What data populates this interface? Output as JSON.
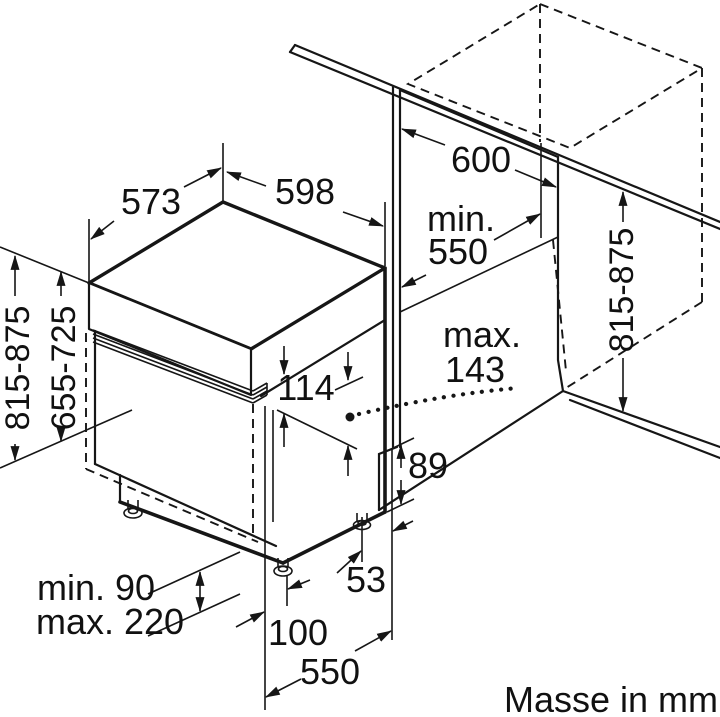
{
  "figure": {
    "type": "installation-dimension-diagram",
    "subject": "built-under dishwasher with kitchen niche"
  },
  "labels": {
    "top_depth": "573",
    "top_width": "598",
    "cabinet_depth": "600",
    "niche_depth_min_word": "min.",
    "niche_depth_value": "550",
    "niche_height_right": "815-875",
    "appliance_height_left": "815-875",
    "furniture_door_height": "655-725",
    "control_panel_height": "114",
    "hinge_max_word": "max.",
    "hinge_max_value": "143",
    "rear_recess_height": "89",
    "rear_recess_depth": "53",
    "plinth_min": "min. 90",
    "plinth_max": "max. 220",
    "front_foot_setback": "100",
    "base_depth": "550",
    "units_note": "Masse in mm"
  },
  "colors": {
    "line": "#161616",
    "background": "#ffffff"
  }
}
